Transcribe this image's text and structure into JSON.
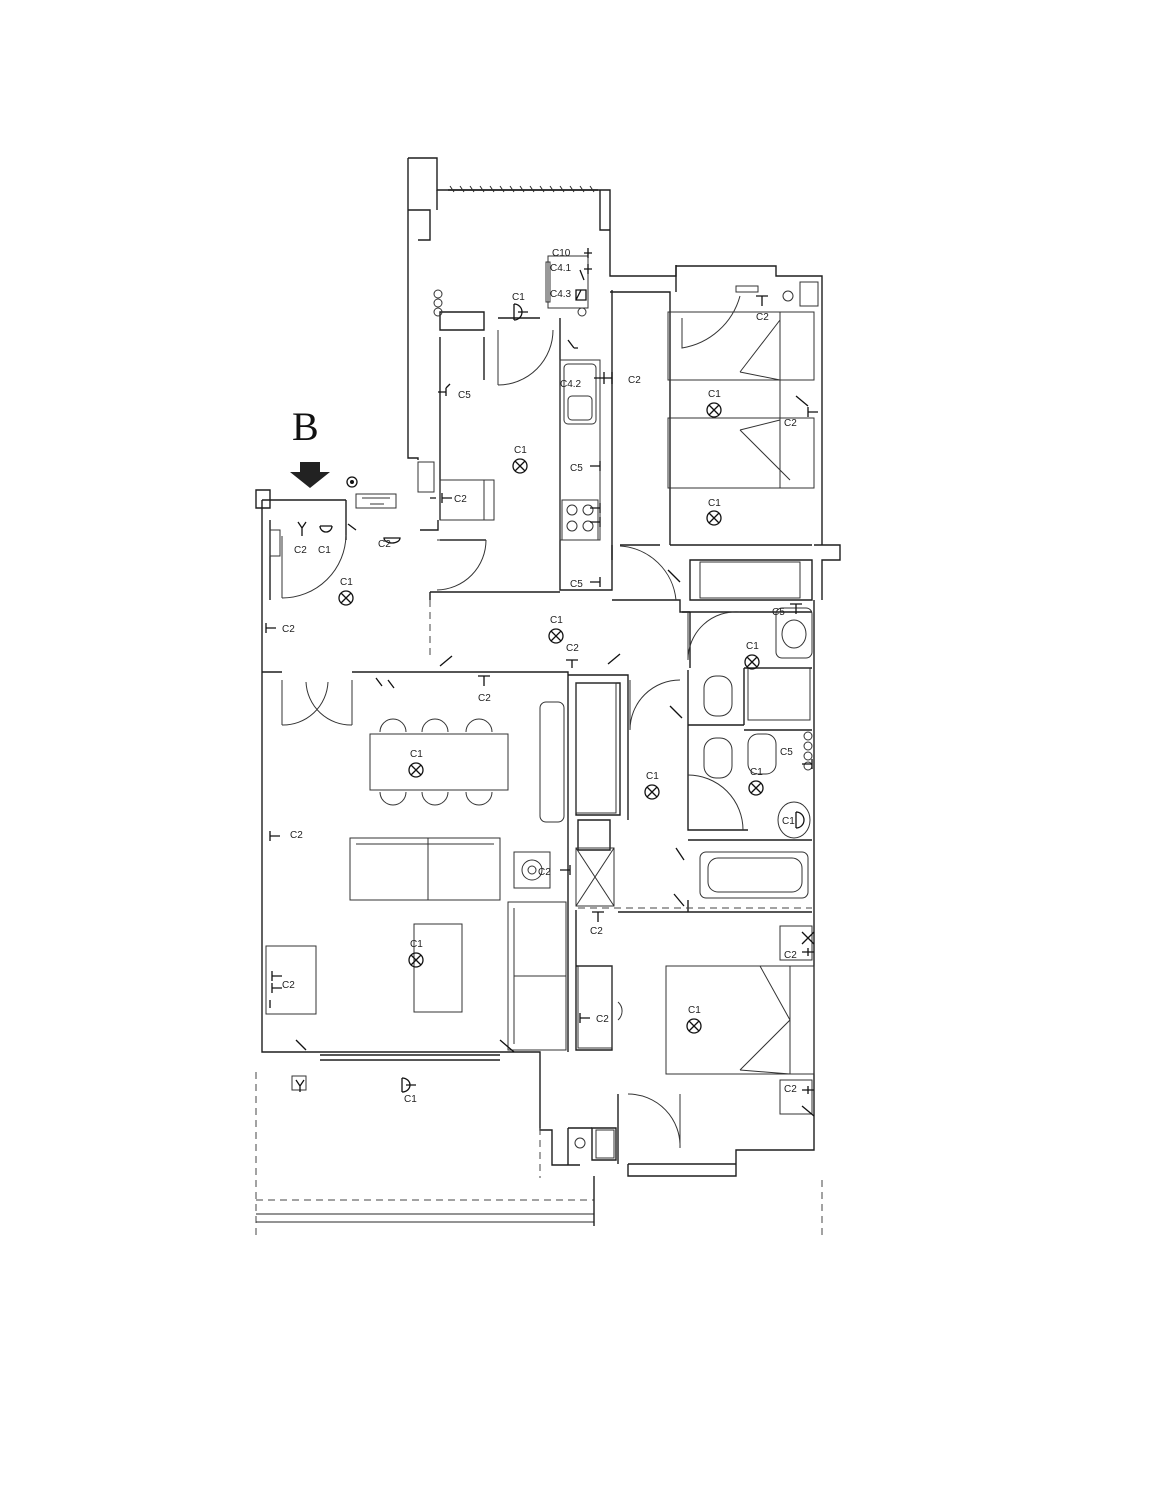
{
  "marker": {
    "letter": "B"
  },
  "circuit_labels": {
    "c1": "C1",
    "c2": "C2",
    "c5": "C5",
    "c10": "C10",
    "c4_1": "C4.1",
    "c4_2": "C4.2",
    "c4_3": "C4.3"
  }
}
